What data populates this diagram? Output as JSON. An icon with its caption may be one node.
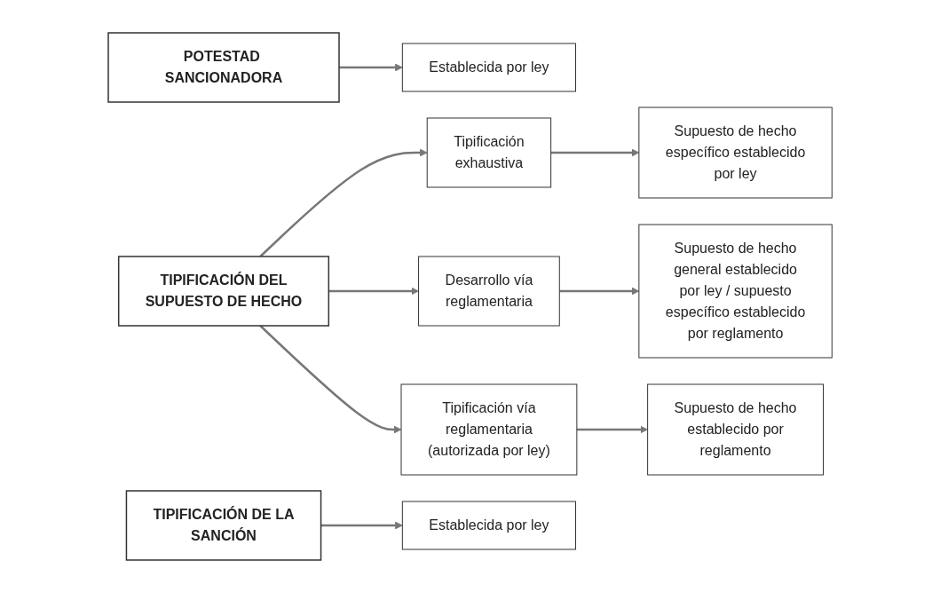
{
  "diagram": {
    "nodes": [
      {
        "text": [
          "POTESTAD SANCIONADORA"
        ]
      },
      {
        "text": [
          "Establecida por ley"
        ]
      },
      {
        "text": [
          "TIPIFICACIÓN DEL SUPUESTO DE HECHO"
        ]
      },
      {
        "text": [
          "Tipificación exhaustiva"
        ]
      },
      {
        "text": [
          "Supuesto de hecho específico establecido por ley"
        ]
      },
      {
        "text": [
          "Desarrollo vía reglamentaria"
        ]
      },
      {
        "text": [
          "Supuesto de hecho general establecido por ley / supuesto específico establecido por reglamento"
        ]
      },
      {
        "text": [
          "Tipificación vía reglamentaria (autorizada por ley)"
        ]
      },
      {
        "text": [
          "Supuesto de hecho establecido por reglamento"
        ]
      },
      {
        "text": [
          "TIPIFICACIÓN DE LA SANCIÓN"
        ]
      },
      {
        "text": [
          "Establecida por ley"
        ]
      }
    ],
    "edges": [
      {
        "from": 0,
        "to": 1,
        "arrow": "to"
      },
      {
        "from": 2,
        "to": 3,
        "arrow": "to"
      },
      {
        "from": 2,
        "to": 5,
        "arrow": "to"
      },
      {
        "from": 2,
        "to": 7,
        "arrow": "to"
      },
      {
        "from": 3,
        "to": 4,
        "arrow": "to"
      },
      {
        "from": 5,
        "to": 6,
        "arrow": "to"
      },
      {
        "from": 7,
        "to": 8,
        "arrow": "to"
      },
      {
        "from": 9,
        "to": 10,
        "arrow": "to"
      }
    ]
  }
}
